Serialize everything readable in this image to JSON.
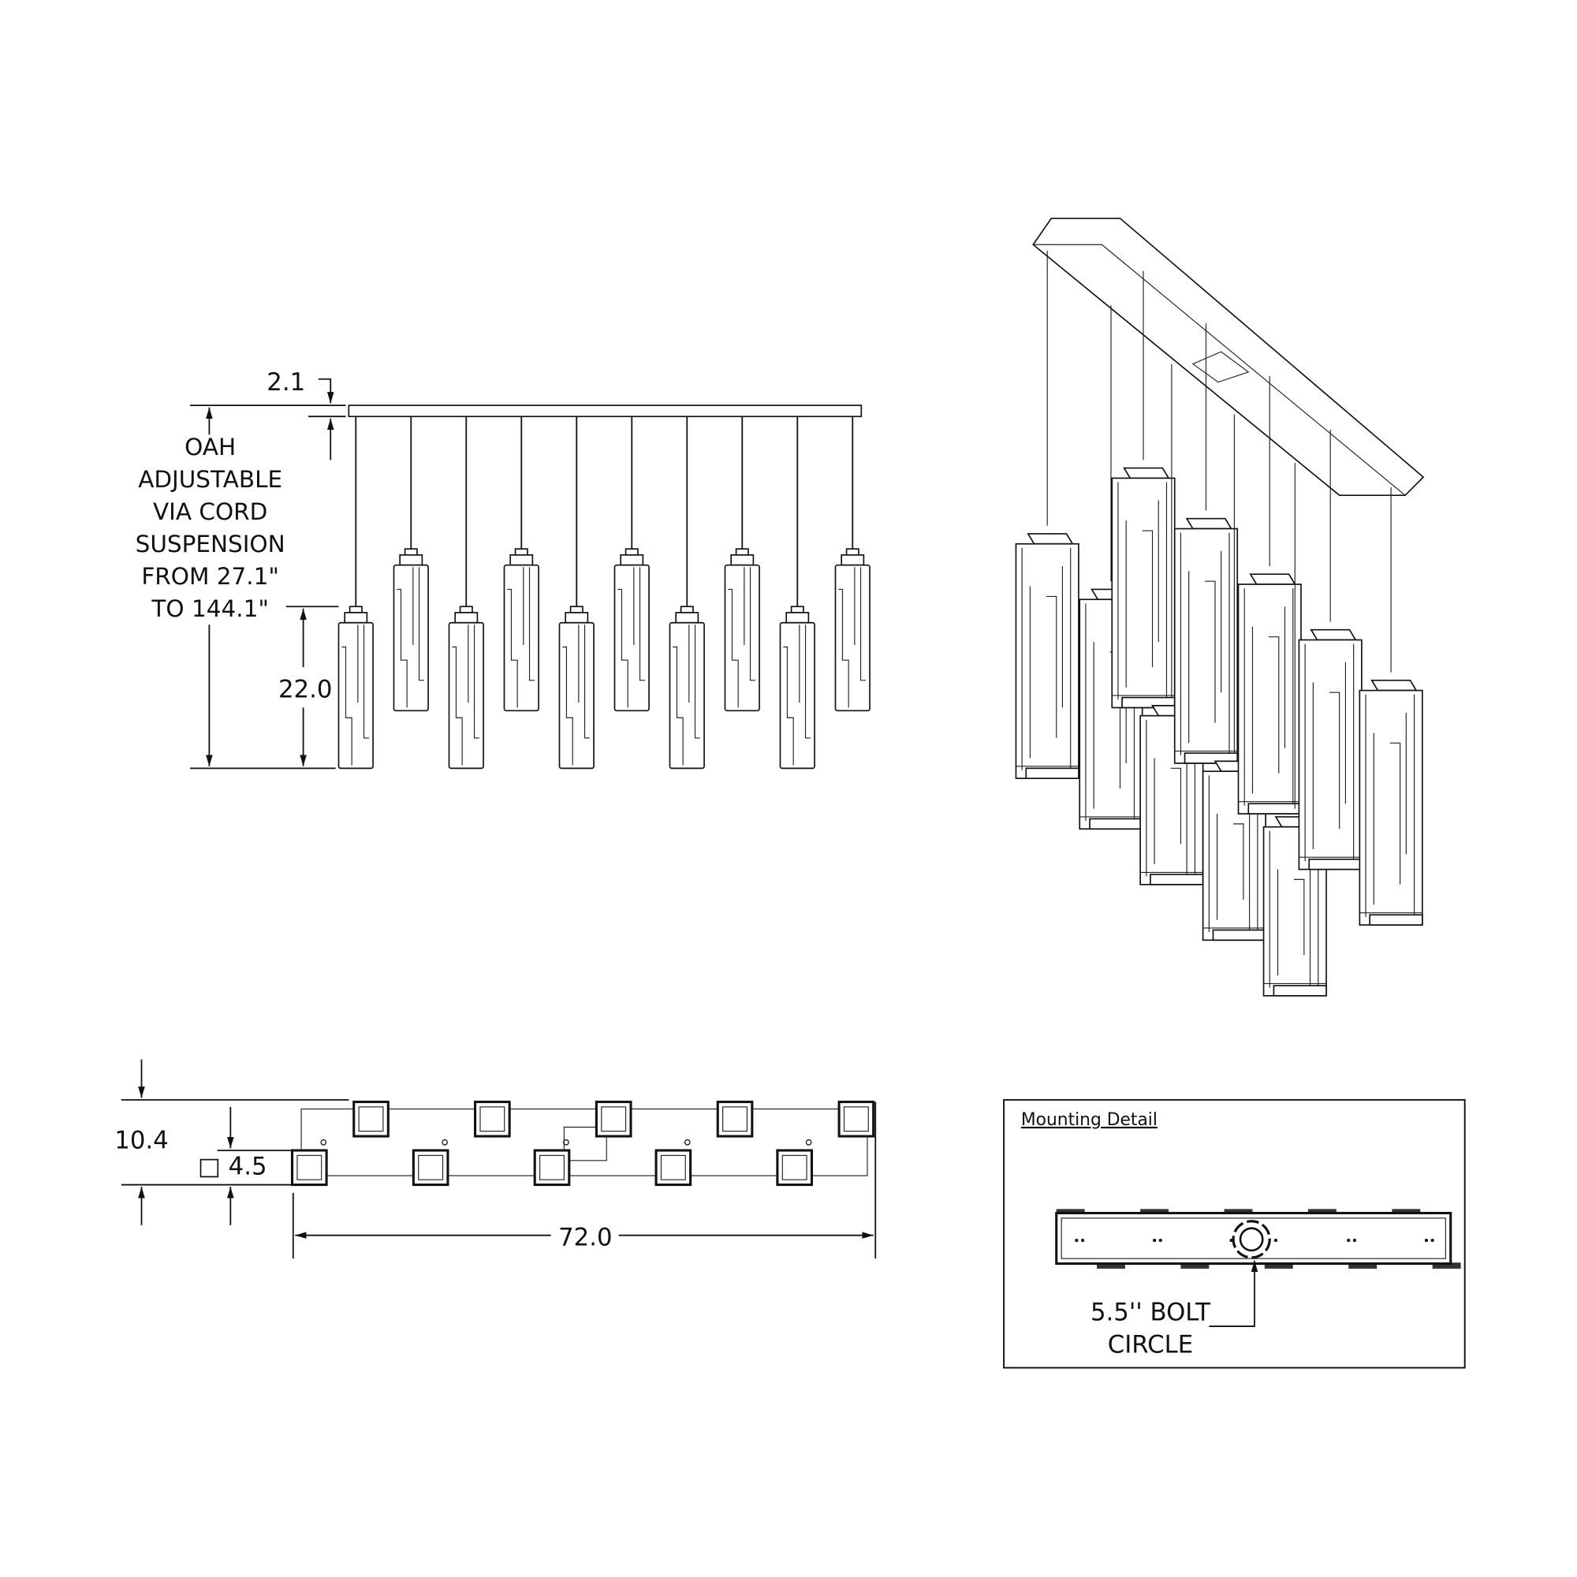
{
  "front_view": {
    "canopy_height": "2.1",
    "oah_note": [
      "OAH",
      "ADJUSTABLE",
      "VIA CORD",
      "SUSPENSION",
      "FROM 27.1\"",
      "TO 144.1\""
    ],
    "pendant_height": "22.0"
  },
  "top_view": {
    "depth": "10.4",
    "pendant_square_symbol": "□",
    "pendant_square": "4.5",
    "width": "72.0"
  },
  "mounting_detail": {
    "title": "Mounting  Detail",
    "callout_line1": "5.5'' BOLT",
    "callout_line2": "CIRCLE"
  },
  "colors": {
    "line": "#111111",
    "background": "#ffffff"
  }
}
